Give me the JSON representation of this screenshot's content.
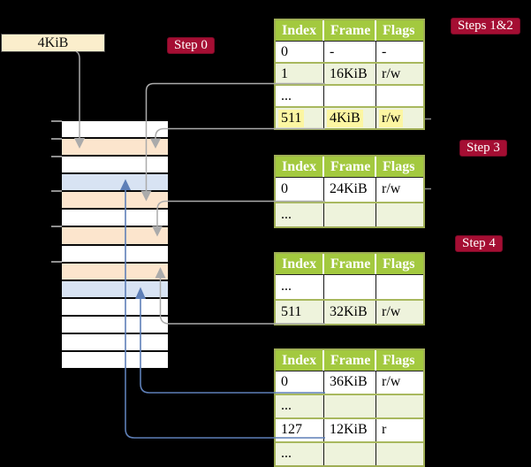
{
  "legend_box": {
    "label": "4KiB"
  },
  "step_labels": {
    "step0": "Step 0",
    "steps12": "Steps 1&2",
    "step3": "Step 3",
    "step4": "Step 4"
  },
  "memory_stack": {
    "rows": [
      "free",
      "page-table",
      "free",
      "page",
      "page-table",
      "free",
      "page-table",
      "free",
      "page-table",
      "page",
      "free",
      "free",
      "free",
      "free"
    ]
  },
  "tables": [
    {
      "id": "page-table-steps-1-2",
      "header": [
        "Index",
        "Frame",
        "Flags"
      ],
      "rows": [
        {
          "cells": [
            "0",
            "-",
            "-"
          ],
          "shade": false,
          "highlight": false
        },
        {
          "cells": [
            "1",
            "16KiB",
            "r/w"
          ],
          "shade": true,
          "highlight": false
        },
        {
          "cells": [
            "...",
            "",
            ""
          ],
          "shade": false,
          "highlight": false
        },
        {
          "cells": [
            "511",
            "4KiB",
            "r/w"
          ],
          "shade": true,
          "highlight": true
        }
      ]
    },
    {
      "id": "page-table-step-3",
      "header": [
        "Index",
        "Frame",
        "Flags"
      ],
      "rows": [
        {
          "cells": [
            "0",
            "24KiB",
            "r/w"
          ],
          "shade": false,
          "highlight": false
        },
        {
          "cells": [
            "...",
            "",
            ""
          ],
          "shade": true,
          "highlight": false
        }
      ]
    },
    {
      "id": "page-table-step-4",
      "header": [
        "Index",
        "Frame",
        "Flags"
      ],
      "rows": [
        {
          "cells": [
            "...",
            "",
            ""
          ],
          "shade": false,
          "highlight": false
        },
        {
          "cells": [
            "511",
            "32KiB",
            "r/w"
          ],
          "shade": true,
          "highlight": false
        }
      ]
    },
    {
      "id": "page-table-final",
      "header": [
        "Index",
        "Frame",
        "Flags"
      ],
      "rows": [
        {
          "cells": [
            "0",
            "36KiB",
            "r/w"
          ],
          "shade": false,
          "highlight": false
        },
        {
          "cells": [
            "...",
            "",
            ""
          ],
          "shade": true,
          "highlight": false
        },
        {
          "cells": [
            "127",
            "12KiB",
            "r"
          ],
          "shade": false,
          "highlight": false
        },
        {
          "cells": [
            "...",
            "",
            ""
          ],
          "shade": true,
          "highlight": false
        }
      ]
    }
  ],
  "colors": {
    "label-bg": "#A50E33",
    "label-border": "#7C0A27",
    "label-text": "#FFFFFF",
    "box-cream": "#FBEECC",
    "table-header-green": "#A3C93F",
    "table-border-olive": "#9FAE55",
    "row-separator-olive": "#A8B85E",
    "row-tint-green": "#EEF3DC",
    "highlight-yellow": "#FCF6A2",
    "frame-peach": "#FCE5CD",
    "frame-blue": "#D8E3F3",
    "line-gray": "#ABABAB",
    "line-blue": "#5E7FB7"
  }
}
